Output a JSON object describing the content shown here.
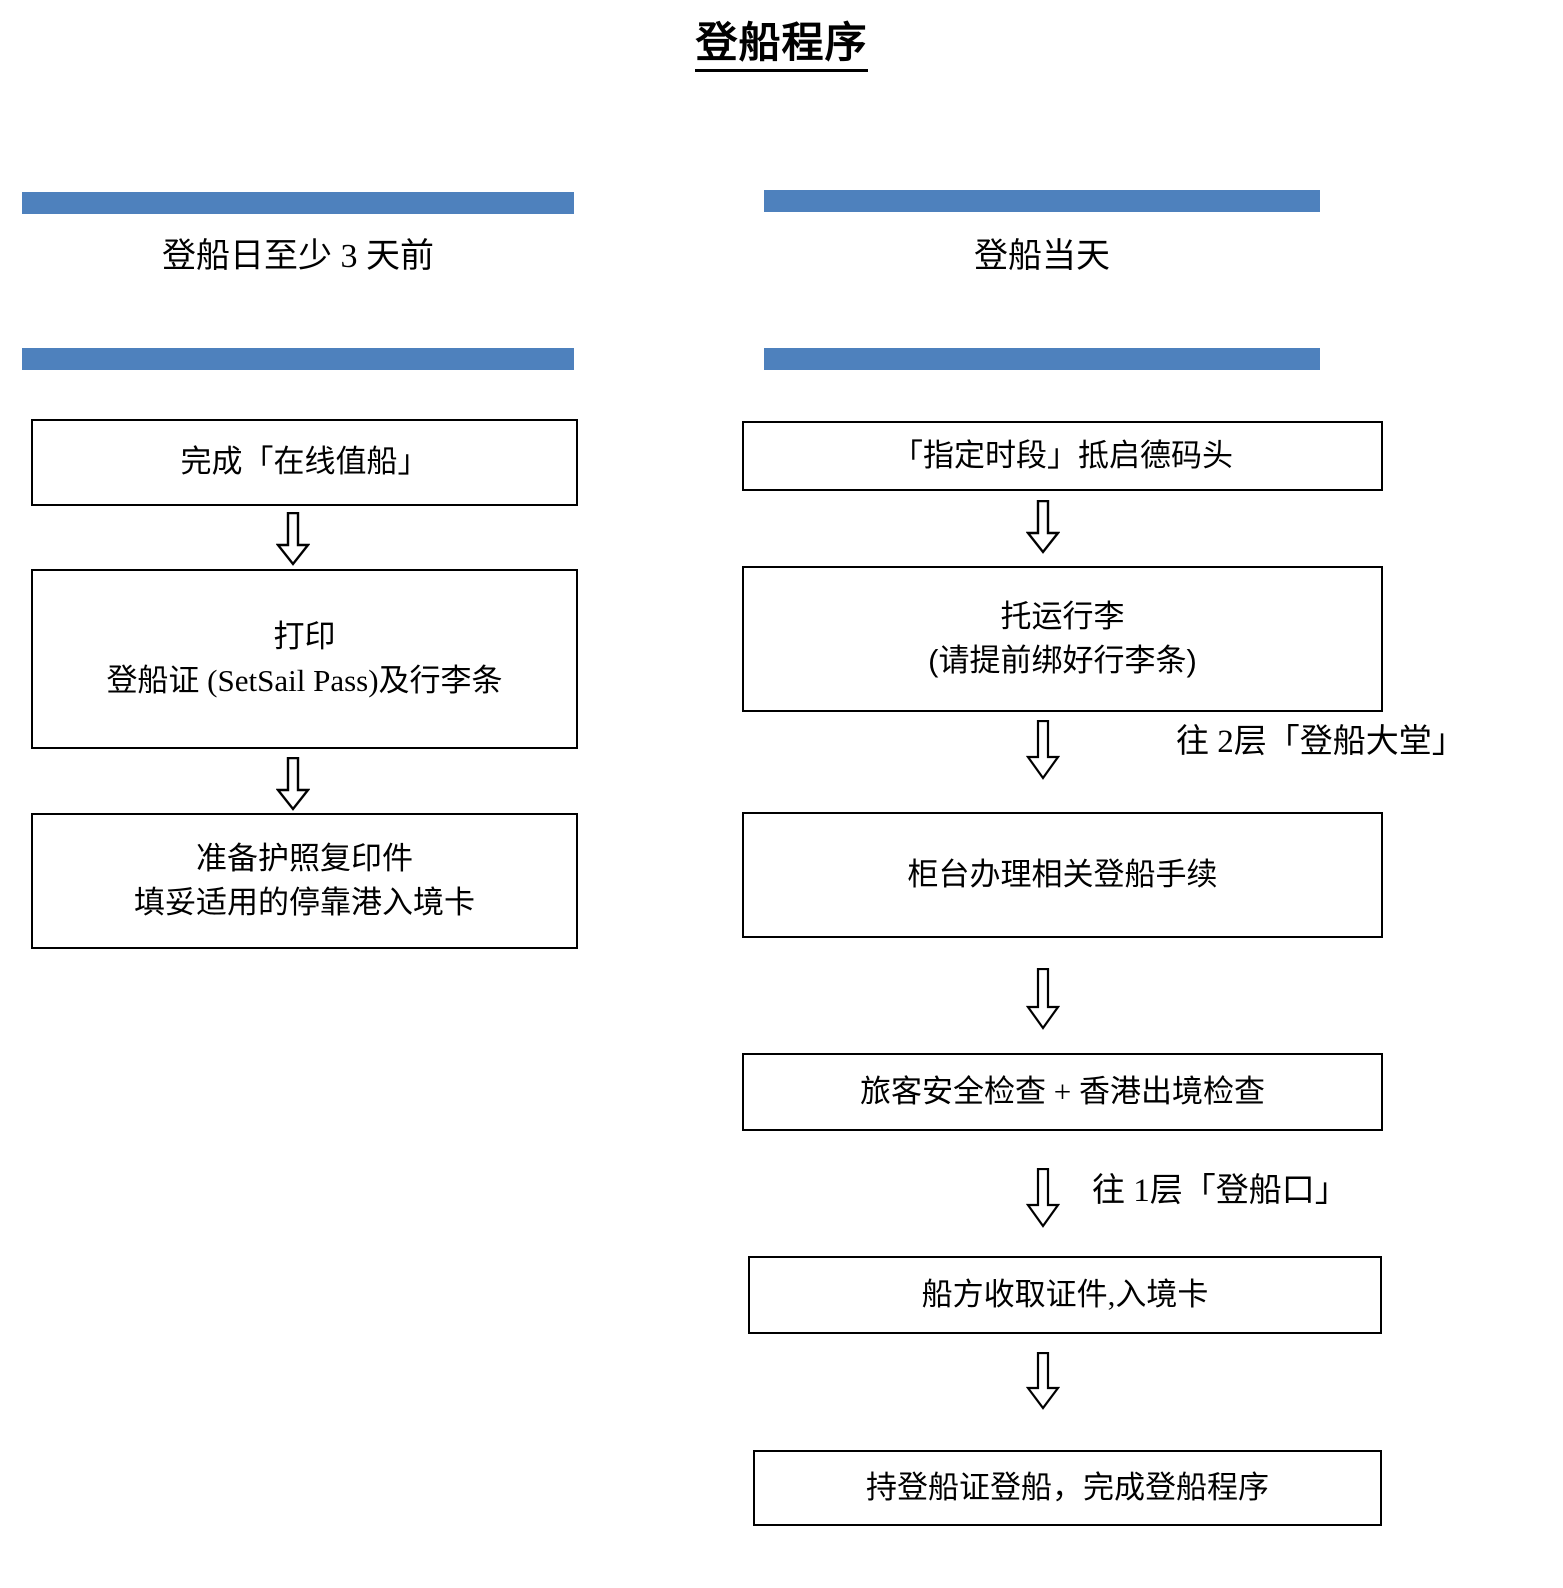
{
  "title": "登船程序",
  "theme": {
    "bar_color": "#4E81BD",
    "box_border_color": "#000000",
    "text_color": "#000000",
    "background": "#FFFFFF"
  },
  "columns": [
    {
      "id": "pre-boarding",
      "heading": "登船日至少 3 天前",
      "steps": [
        {
          "lines": [
            "完成「在线值船」"
          ]
        },
        {
          "lines": [
            "打印",
            "登船证 (SetSail Pass)及行李条"
          ]
        },
        {
          "lines": [
            "准备护照复印件",
            "填妥适用的停靠港入境卡"
          ]
        }
      ],
      "annotations": []
    },
    {
      "id": "boarding-day",
      "heading": "登船当天",
      "steps": [
        {
          "lines": [
            "「指定时段」抵启德码头"
          ]
        },
        {
          "lines": [
            "托运行李",
            "(请提前绑好行李条)"
          ]
        },
        {
          "lines": [
            "柜台办理相关登船手续"
          ]
        },
        {
          "lines": [
            "旅客安全检查 + 香港出境检查"
          ]
        },
        {
          "lines": [
            "船方收取证件,入境卡"
          ]
        },
        {
          "lines": [
            "持登船证登船，完成登船程序"
          ]
        }
      ],
      "annotations": [
        {
          "id": "to-floor-2",
          "text": "往 2层「登船大堂」"
        },
        {
          "id": "to-floor-1",
          "text": "往 1层「登船口」"
        }
      ]
    }
  ]
}
